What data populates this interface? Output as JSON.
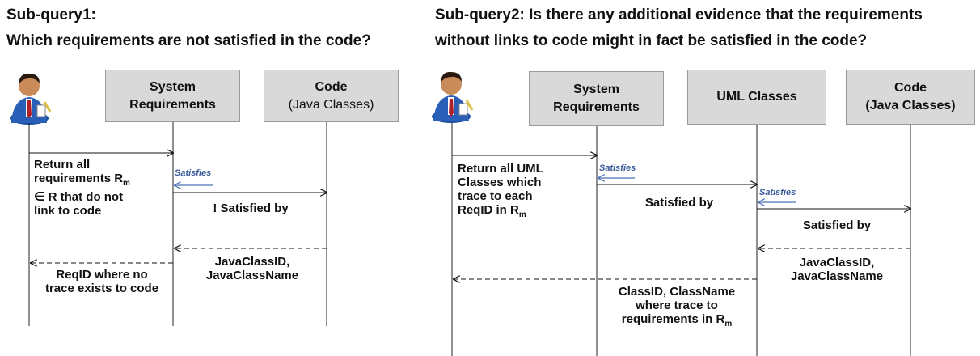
{
  "left": {
    "heading1": "Sub-query1:",
    "heading2": "Which requirements are not satisfied in the code?",
    "box_sysreq": [
      "System",
      "Requirements"
    ],
    "box_code": [
      "Code",
      "(Java Classes)"
    ],
    "msg_return": [
      "Return all",
      "requirements R",
      "m",
      "∈ R that do not",
      "link to code"
    ],
    "satisfies": "Satisfies",
    "not_satisfied_by": "! Satisfied by",
    "java_ids": [
      "JavaClassID,",
      "JavaClassName"
    ],
    "reqid": [
      "ReqID where no",
      "trace exists to code"
    ]
  },
  "right": {
    "heading1": "Sub-query2: Is there any additional evidence that the requirements",
    "heading2": "without links to code might in fact be satisfied in the code?",
    "box_sysreq": [
      "System",
      "Requirements"
    ],
    "box_uml": "UML Classes",
    "box_code": [
      "Code",
      "(Java Classes)"
    ],
    "msg_return": [
      "Return all UML",
      "Classes which",
      "trace to each",
      "ReqID in R",
      "m"
    ],
    "satisfies1": "Satisfies",
    "satisfies2": "Satisfies",
    "satisfied_by1": "Satisfied by",
    "satisfied_by2": "Satisfied by",
    "java_ids": [
      "JavaClassID,",
      "JavaClassName"
    ],
    "class_ids": [
      "ClassID, ClassName",
      "where trace to",
      "requirements in R",
      "m"
    ]
  }
}
